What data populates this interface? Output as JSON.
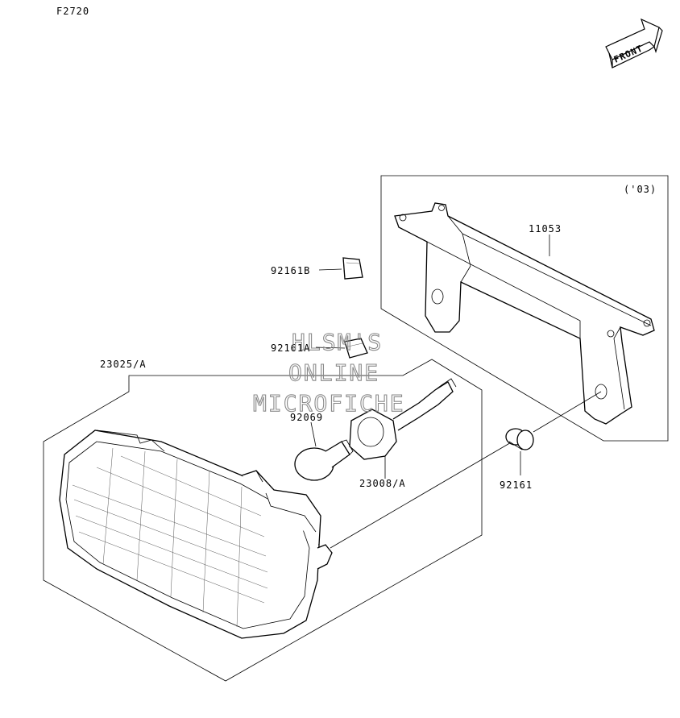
{
  "figure_code": "F2720",
  "front_arrow_label": "FRONT",
  "year_note": "('03)",
  "watermark": [
    "HLSM'S",
    "ONLINE",
    "MICROFICHE"
  ],
  "callouts": [
    {
      "id": "11053",
      "label": "11053",
      "part": "bracket"
    },
    {
      "id": "92161B",
      "label": "92161B",
      "part": "damper-pad"
    },
    {
      "id": "92161A",
      "label": "92161A",
      "part": "damper-pad"
    },
    {
      "id": "23025A",
      "label": "23025/A",
      "part": "tail-lamp-assembly"
    },
    {
      "id": "92069",
      "label": "92069",
      "part": "bulb"
    },
    {
      "id": "23008A",
      "label": "23008/A",
      "part": "socket-wiring"
    },
    {
      "id": "92161",
      "label": "92161",
      "part": "grommet"
    }
  ]
}
